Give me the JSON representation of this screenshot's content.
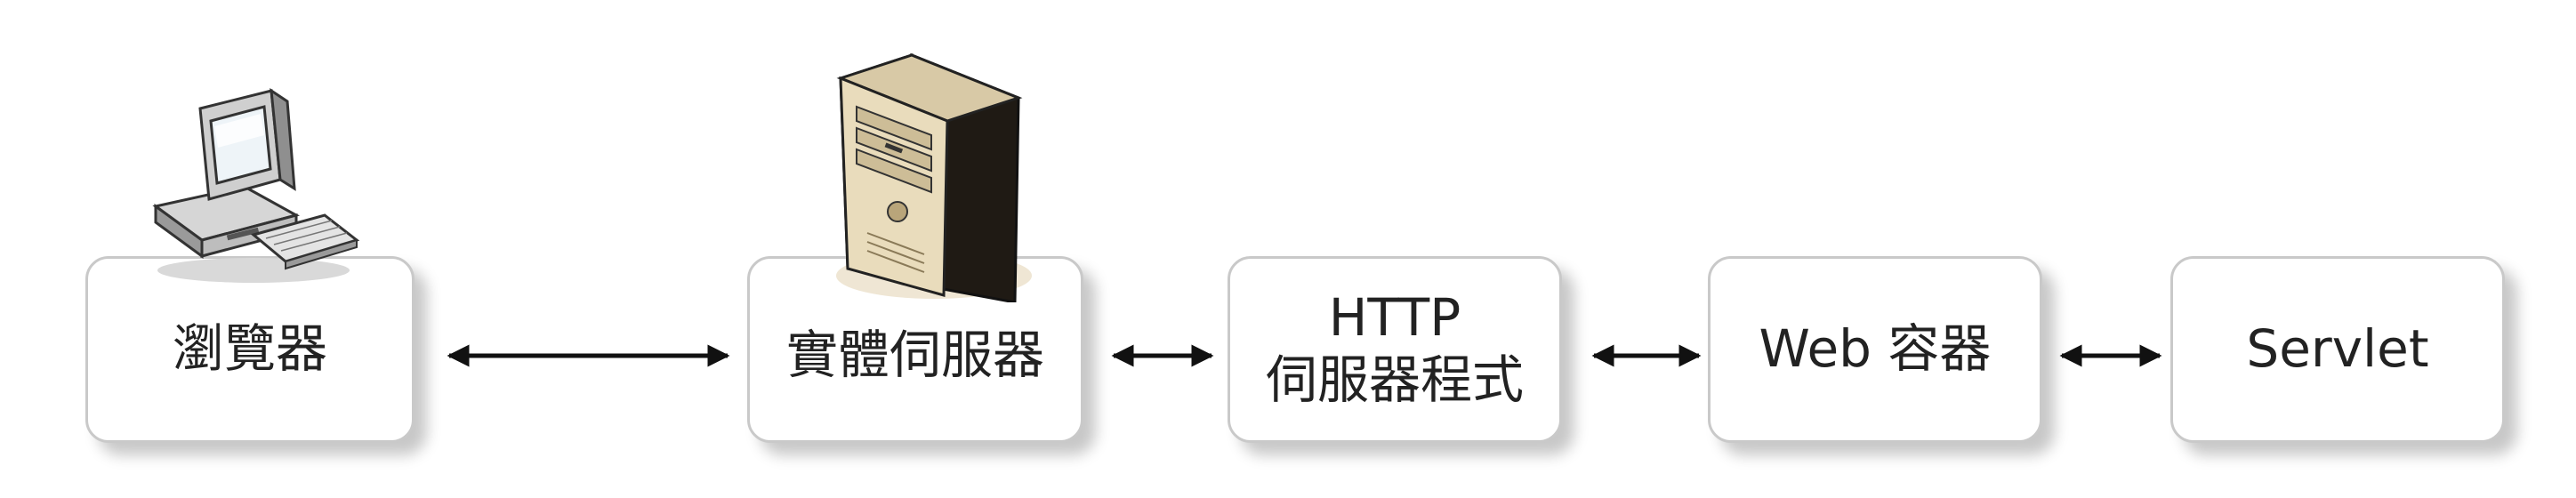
{
  "nodes": {
    "browser": "瀏覽器",
    "physical_server": "實體伺服器",
    "http_server": "HTTP\n伺服器程式",
    "web_container": "Web 容器",
    "servlet": "Servlet"
  },
  "icons": {
    "browser": "desktop-computer-icon",
    "physical_server": "tower-server-icon"
  },
  "colors": {
    "box_border": "#c9c9c9",
    "arrow": "#111111",
    "text": "#222222"
  }
}
